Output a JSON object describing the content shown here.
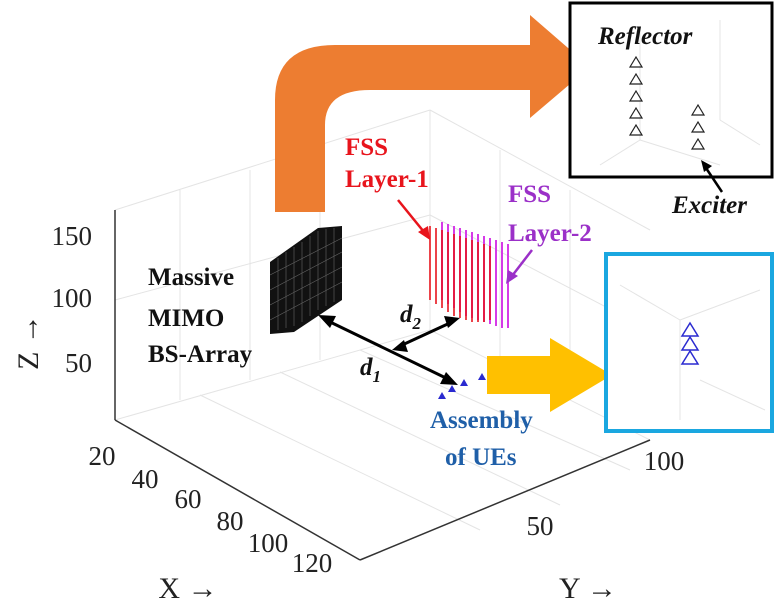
{
  "axes": {
    "z_label": "Z →",
    "x_label": "X →",
    "y_label": "Y →",
    "z_ticks": [
      "150",
      "100",
      "50"
    ],
    "x_ticks": [
      "20",
      "40",
      "60",
      "80",
      "100",
      "120"
    ],
    "y_ticks": [
      "100",
      "50"
    ]
  },
  "labels": {
    "fss1_line1": "FSS",
    "fss1_line2": "Layer-1",
    "fss2_line1": "FSS",
    "fss2_line2": "Layer-2",
    "bs_line1": "Massive",
    "bs_line2": "MIMO",
    "bs_line3": "BS-Array",
    "d1": "d",
    "d1_sub": "1",
    "d2": "d",
    "d2_sub": "2",
    "ue_line1": "Assembly",
    "ue_line2": "of UEs",
    "reflector": "Reflector",
    "exciter": "Exciter"
  },
  "colors": {
    "orange_arrow": "#ed7d31",
    "yellow_arrow": "#ffc000",
    "inset_blue_border": "#1aa7e0",
    "fss1": "#e8141c",
    "fss2": "#9b30c8",
    "ue_blue": "#1f5fa8",
    "ue_marker": "#2a2ad0",
    "bs_black": "#111111"
  },
  "icons": {
    "triangle_marker": "triangle-up-icon"
  }
}
